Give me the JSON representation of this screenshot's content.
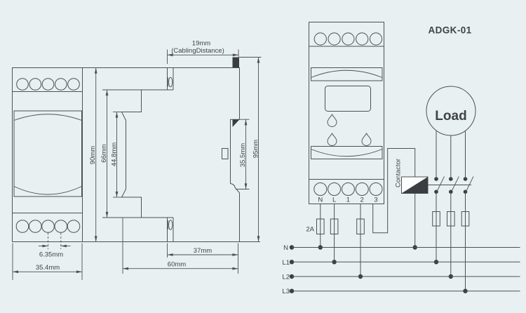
{
  "colors": {
    "background": "#e9f0f1",
    "line": "#4d5154",
    "dark_fill": "#3a3e42",
    "text": "#3f4346"
  },
  "title": "ADGK-01",
  "front_view": {
    "height": "90mm",
    "width": "35.4mm",
    "terminal_pitch": "6.35mm"
  },
  "side_view": {
    "cabling_distance": "19mm",
    "cabling_distance_note": "(CablingDistance)",
    "overall_height": "95mm",
    "front_section_height": "66mm",
    "panel_face_height": "44.8mm",
    "din_recess_height": "35.5mm",
    "depth_to_terminals": "37mm",
    "overall_depth": "60mm"
  },
  "wiring": {
    "terminals": [
      "N",
      "L",
      "1",
      "2",
      "3"
    ],
    "fuse_rating": "2A",
    "contactor": "Contactor",
    "load": "Load",
    "lines": [
      "N",
      "L1",
      "L2",
      "L3"
    ]
  }
}
